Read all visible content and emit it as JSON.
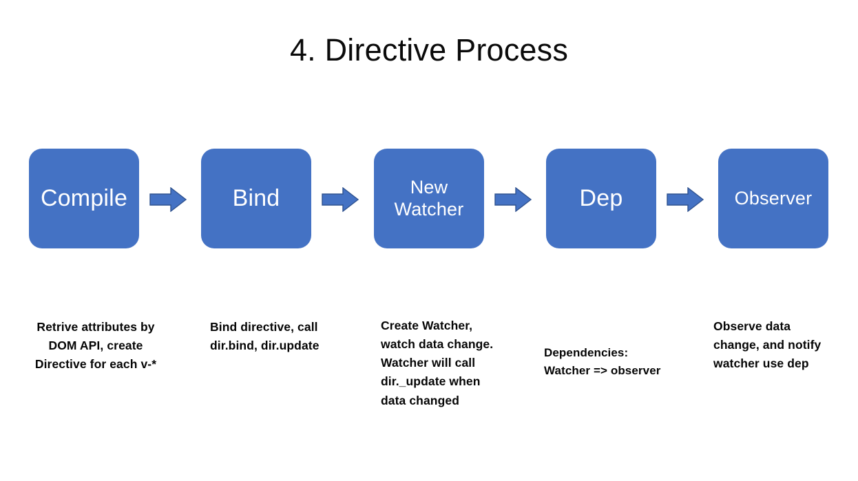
{
  "slide": {
    "title": "4. Directive Process",
    "background_color": "#ffffff",
    "box_fill_color": "#4472c4",
    "box_text_color": "#ffffff",
    "arrow_fill_color": "#4472c4",
    "arrow_outline_color": "#2f528f",
    "caption_text_color": "#050505"
  },
  "steps": [
    {
      "label": "Compile",
      "caption": "Retrive attributes by\nDOM API, create\nDirective  for each v-*"
    },
    {
      "label": "Bind",
      "caption": "Bind directive, call\ndir.bind, dir.update"
    },
    {
      "label": "New\nWatcher",
      "caption": "Create Watcher,\nwatch data change.\nWatcher will call\ndir._update when\ndata changed"
    },
    {
      "label": "Dep",
      "caption": "Dependencies:\nWatcher => observer"
    },
    {
      "label": "Observer",
      "caption": "Observe data\nchange, and notify\nwatcher use dep"
    }
  ],
  "arrows": [
    {
      "name": "compile-to-bind",
      "glyph": "right-arrow"
    },
    {
      "name": "bind-to-new-watcher",
      "glyph": "right-arrow"
    },
    {
      "name": "new-watcher-to-dep",
      "glyph": "right-arrow"
    },
    {
      "name": "dep-to-observer",
      "glyph": "right-arrow"
    }
  ]
}
